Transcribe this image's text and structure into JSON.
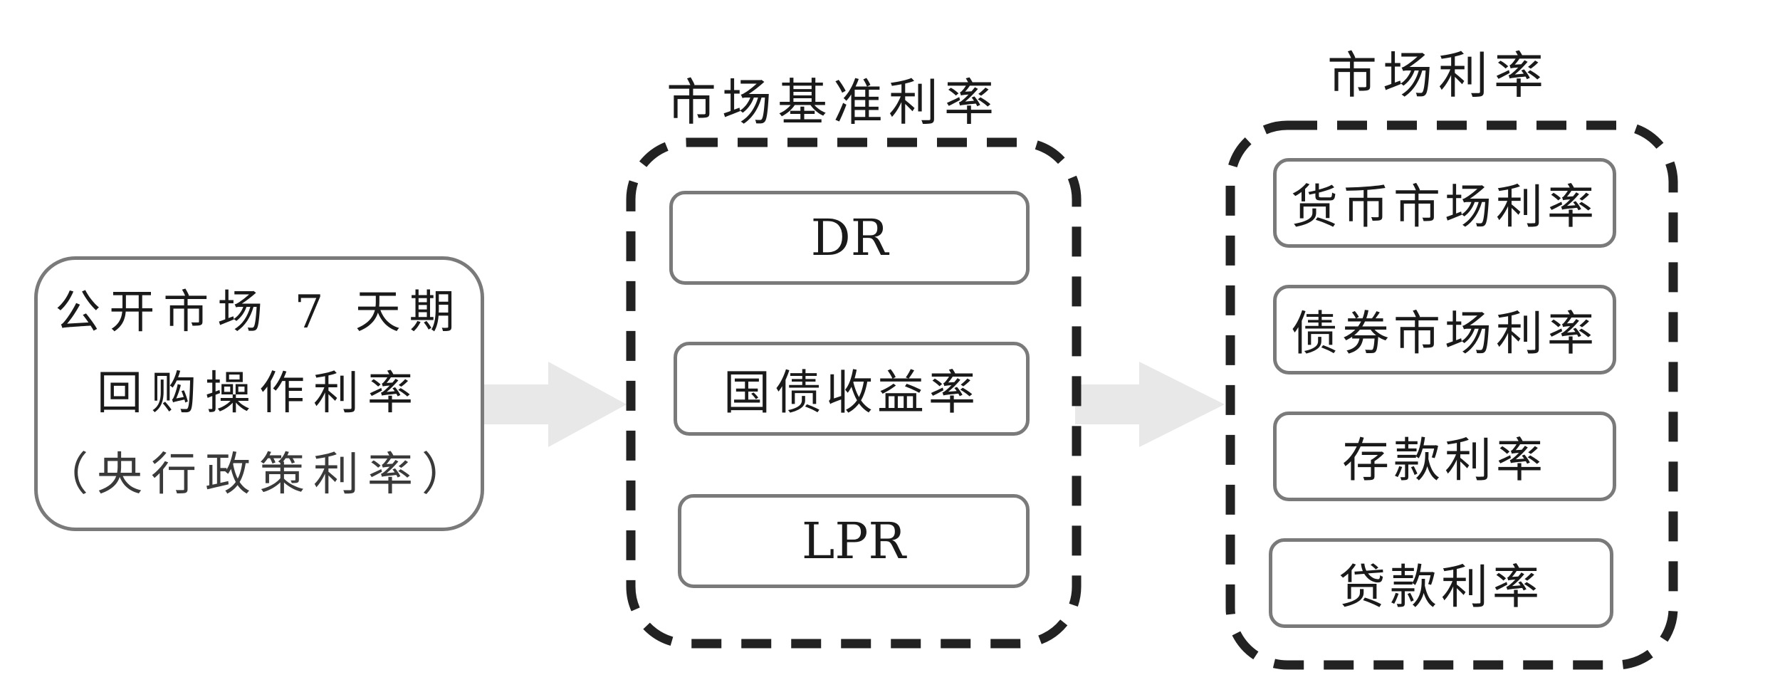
{
  "diagram": {
    "source": {
      "lines": [
        "公开市场 7 天期",
        "回购操作利率",
        "（央行政策利率）"
      ]
    },
    "benchmark_group": {
      "title": "市场基准利率",
      "items": [
        "DR",
        "国债收益率",
        "LPR"
      ]
    },
    "market_group": {
      "title": "市场利率",
      "items": [
        "货币市场利率",
        "债券市场利率",
        "存款利率",
        "贷款利率"
      ]
    },
    "colors": {
      "box_border": "#7a7a7a",
      "dashed_border": "#222222",
      "arrow_fill": "#e8e8e8",
      "text": "#1a1a1a"
    }
  }
}
